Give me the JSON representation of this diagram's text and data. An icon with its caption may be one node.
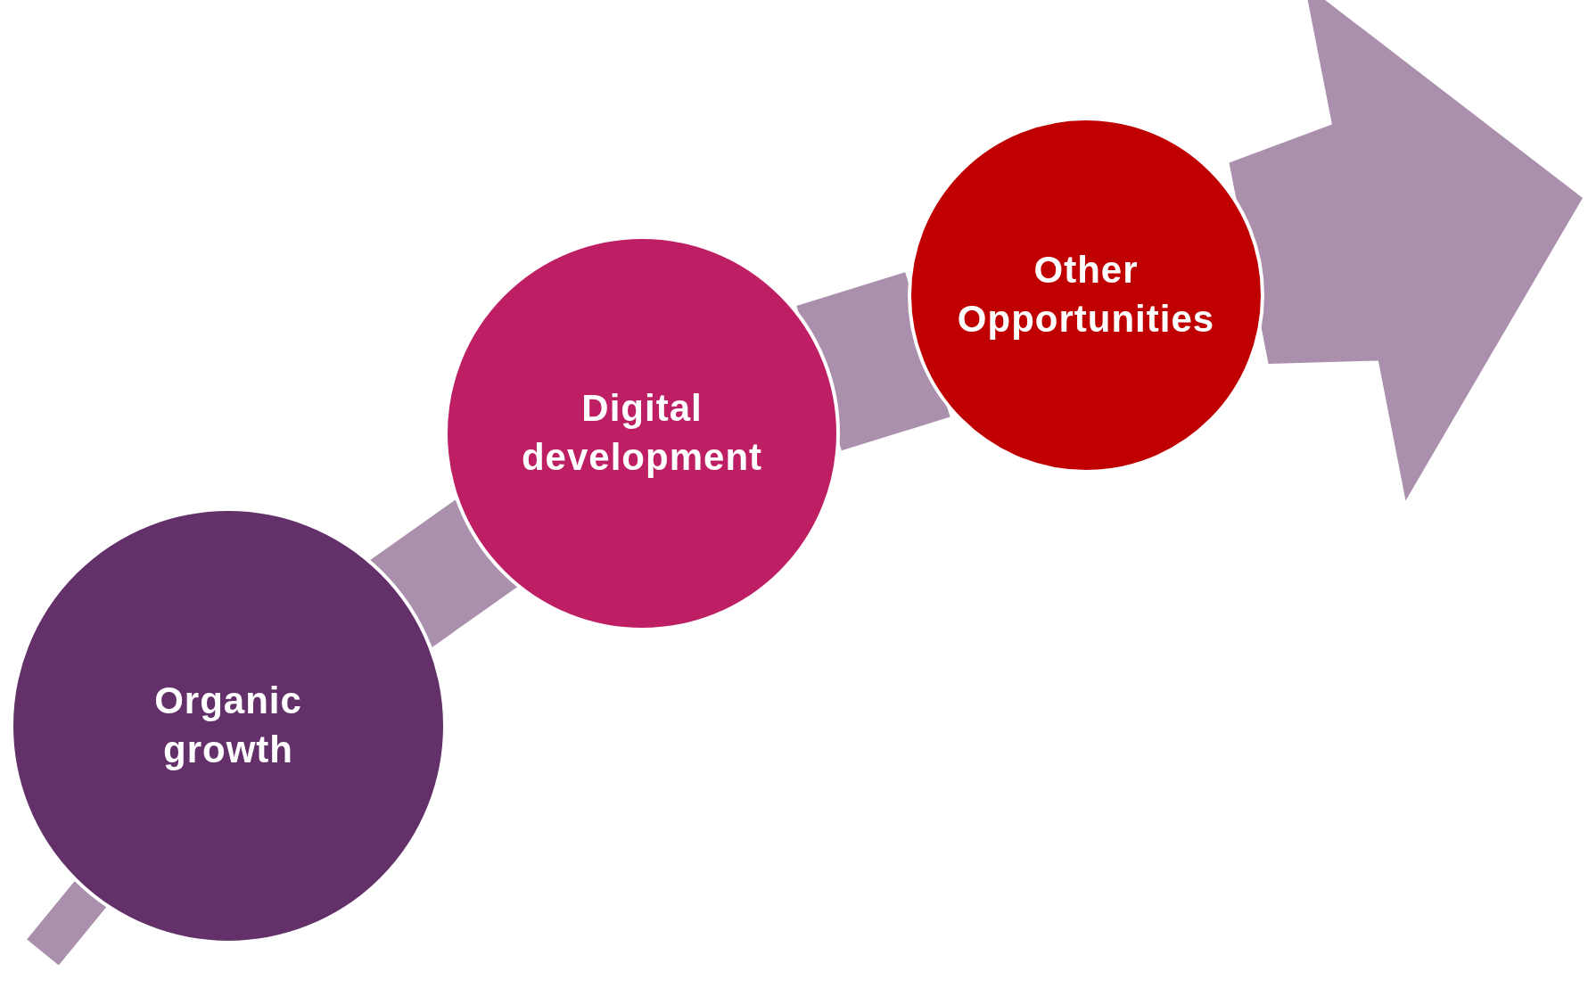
{
  "diagram": {
    "nodes": [
      {
        "text": [
          "Organic growth"
        ]
      },
      {
        "text": [
          "Digital development"
        ]
      },
      {
        "text": [
          "Other Opportunities"
        ]
      }
    ],
    "edges": [
      {
        "from": null,
        "to": 0,
        "arrow": "none"
      },
      {
        "from": 0,
        "to": 1,
        "arrow": "none"
      },
      {
        "from": 1,
        "to": 2,
        "arrow": "none"
      },
      {
        "from": 2,
        "to": null,
        "arrow": "to"
      }
    ]
  }
}
